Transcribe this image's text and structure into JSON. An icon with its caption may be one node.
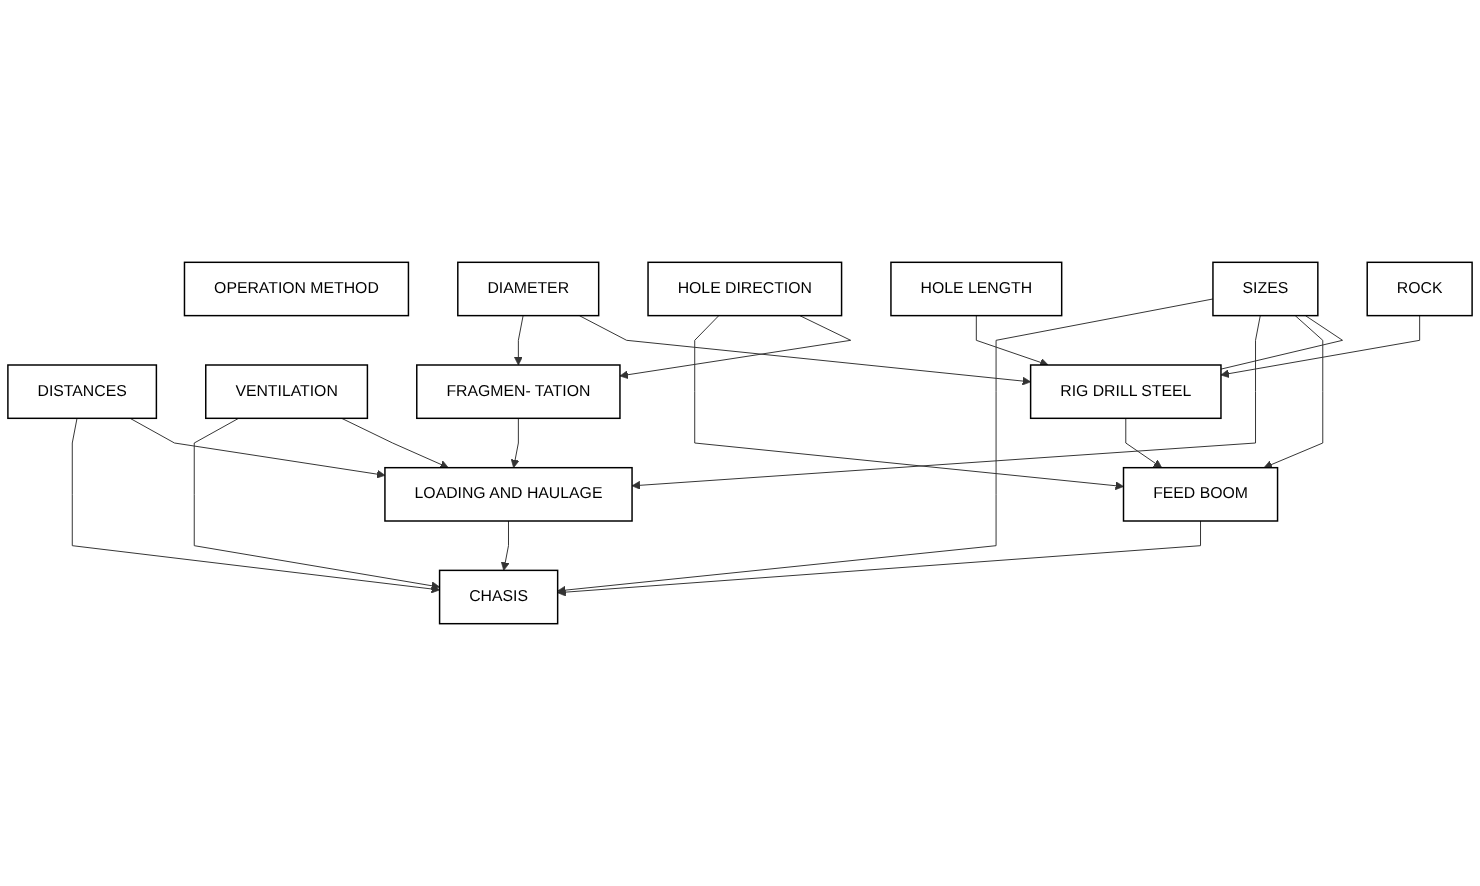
{
  "diagram": {
    "nodes": [
      {
        "text": [
          "OPERATION METHOD"
        ]
      },
      {
        "text": [
          "ROCK"
        ]
      },
      {
        "text": [
          "HOLE LENGTH"
        ]
      },
      {
        "text": [
          "DIAMETER"
        ]
      },
      {
        "text": [
          "HOLE DIRECTION"
        ]
      },
      {
        "text": [
          "SIZES"
        ]
      },
      {
        "text": [
          "DISTANCES"
        ]
      },
      {
        "text": [
          "VENTILATION"
        ]
      },
      {
        "text": [
          "FRAGMEN- TATION"
        ]
      },
      {
        "text": [
          "RIG DRILL STEEL"
        ]
      },
      {
        "text": [
          "FEED BOOM"
        ]
      },
      {
        "text": [
          "LOADING AND HAULAGE"
        ]
      },
      {
        "text": [
          "CHASIS"
        ]
      }
    ],
    "edges": [
      {
        "from": 1,
        "to": 9,
        "arrow": "to"
      },
      {
        "from": 2,
        "to": 9,
        "arrow": "to"
      },
      {
        "from": 3,
        "to": 9,
        "arrow": "to"
      },
      {
        "from": 3,
        "to": 8,
        "arrow": "to"
      },
      {
        "from": 4,
        "to": 8,
        "arrow": "to"
      },
      {
        "from": 4,
        "to": 10,
        "arrow": "to"
      },
      {
        "from": 5,
        "to": 9,
        "arrow": "none"
      },
      {
        "from": 5,
        "to": 10,
        "arrow": "to"
      },
      {
        "from": 5,
        "to": 11,
        "arrow": "to"
      },
      {
        "from": 5,
        "to": 12,
        "arrow": "to"
      },
      {
        "from": 8,
        "to": 11,
        "arrow": "to"
      },
      {
        "from": 6,
        "to": 11,
        "arrow": "to"
      },
      {
        "from": 6,
        "to": 12,
        "arrow": "to"
      },
      {
        "from": 7,
        "to": 11,
        "arrow": "to"
      },
      {
        "from": 7,
        "to": 12,
        "arrow": "to"
      },
      {
        "from": 9,
        "to": 10,
        "arrow": "to"
      },
      {
        "from": 10,
        "to": 12,
        "arrow": "to"
      },
      {
        "from": 11,
        "to": 12,
        "arrow": "to"
      }
    ]
  }
}
